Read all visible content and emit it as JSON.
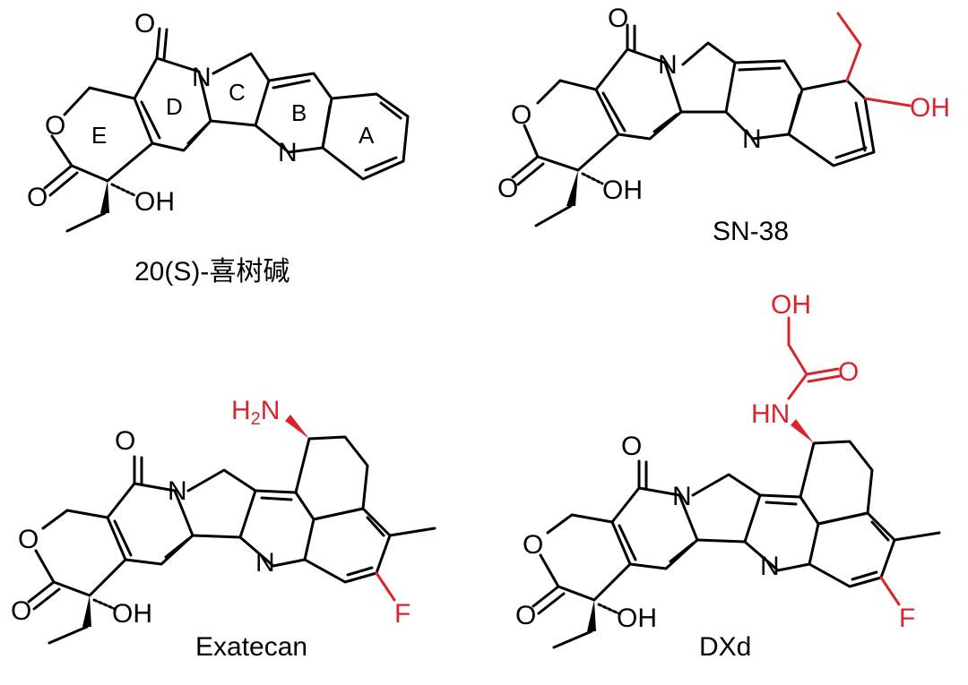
{
  "colors": {
    "base": "#000000",
    "highlight": "#d6262c"
  },
  "molecules": [
    {
      "id": "camptothecin",
      "name": "20(S)-喜树碱",
      "atoms": {
        "o_carbonyl": "O",
        "n_ring": "N",
        "o_lactone": "O",
        "o_lactone_carbonyl": "O",
        "n_pyridine": "N",
        "oh": "OH"
      },
      "ring_labels": [
        "A",
        "B",
        "C",
        "D",
        "E"
      ]
    },
    {
      "id": "sn38",
      "name": "SN-38",
      "atoms": {
        "o_carbonyl": "O",
        "n_ring": "N",
        "o_lactone": "O",
        "o_lactone_carbonyl": "O",
        "n_pyridine": "N",
        "oh": "OH",
        "oh_aryl": "OH"
      }
    },
    {
      "id": "exatecan",
      "name": "Exatecan",
      "atoms": {
        "o_carbonyl": "O",
        "n_ring": "N",
        "o_lactone": "O",
        "o_lactone_carbonyl": "O",
        "n_pyridine": "N",
        "oh": "OH",
        "amine_h": "H",
        "amine_sub": "2",
        "amine_n": "N",
        "fluoro": "F"
      }
    },
    {
      "id": "dxd",
      "name": "DXd",
      "atoms": {
        "o_carbonyl": "O",
        "n_ring": "N",
        "o_lactone": "O",
        "o_lactone_carbonyl": "O",
        "n_pyridine": "N",
        "oh": "OH",
        "amide_nh": "HN",
        "amide_o": "O",
        "glycol_oh": "OH",
        "fluoro": "F"
      }
    }
  ]
}
